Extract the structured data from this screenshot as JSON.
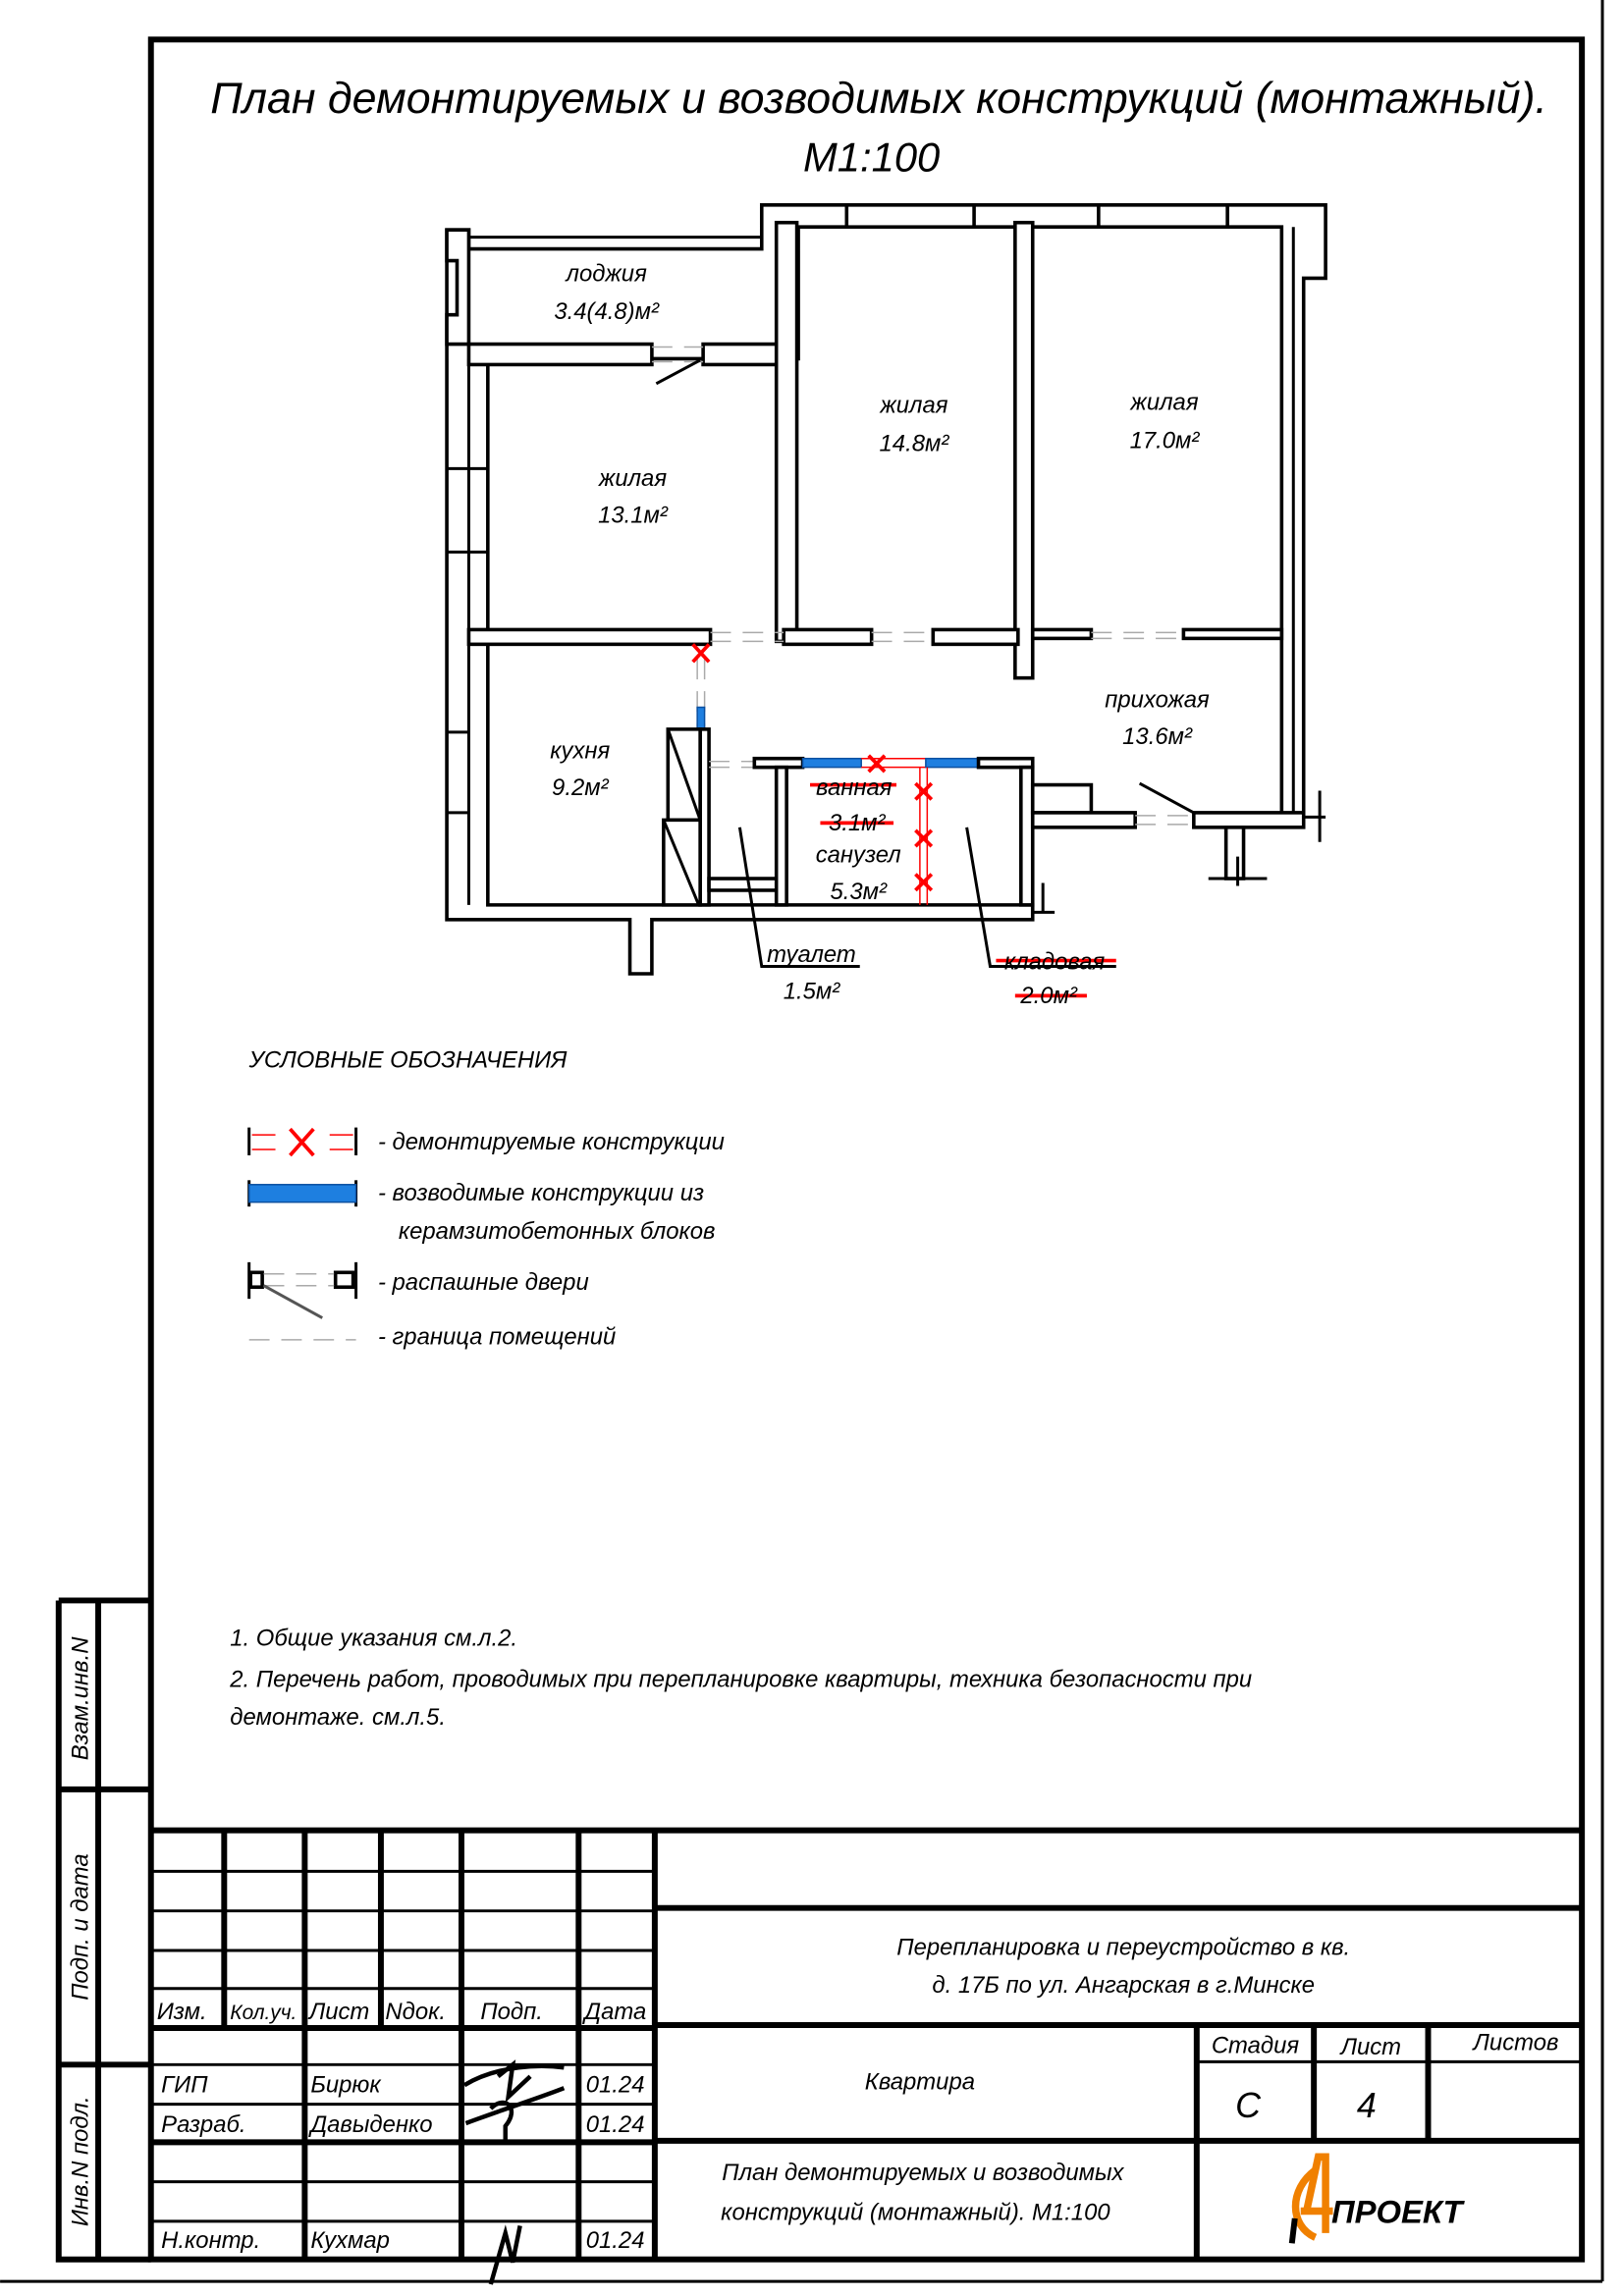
{
  "title": {
    "line1": "План демонтируемых и возводимых конструкций (монтажный).",
    "line2": "М1:100"
  },
  "rooms": {
    "loggia": {
      "name": "лоджия",
      "area": "3.4(4.8)м²"
    },
    "living1": {
      "name": "жилая",
      "area": "13.1м²"
    },
    "living2": {
      "name": "жилая",
      "area": "14.8м²"
    },
    "living3": {
      "name": "жилая",
      "area": "17.0м²"
    },
    "hall": {
      "name": "прихожая",
      "area": "13.6м²"
    },
    "kitchen": {
      "name": "кухня",
      "area": "9.2м²"
    },
    "bathroom_old": {
      "name": "ванная",
      "area": "3.1м²"
    },
    "bathroom_new": {
      "name": "санузел",
      "area": "5.3м²"
    },
    "toilet": {
      "name": "туалет",
      "area": "1.5м²"
    },
    "storage_old": {
      "name": "кладовая",
      "area": "2.0м²"
    }
  },
  "legend": {
    "title": "УСЛОВНЫЕ ОБОЗНАЧЕНИЯ",
    "items": [
      "- демонтируемые конструкции",
      "- возводимые конструкции из",
      "керамзитобетонных блоков",
      "- распашные двери",
      "- граница помещений"
    ]
  },
  "notes": [
    "1. Общие указания см.л.2.",
    "2. Перечень работ, проводимых при перепланировке квартиры, техника безопасности при",
    "демонтаже. см.л.5."
  ],
  "side_stamp": [
    "Взам.инв.N",
    "Подп. и дата",
    "Инв.N подл."
  ],
  "title_block": {
    "headers": [
      "Изм.",
      "Кол.уч.",
      "Лист",
      "Nдок.",
      "Подп.",
      "Дата"
    ],
    "people": [
      {
        "role": "ГИП",
        "name": "Бирюк",
        "date": "01.24"
      },
      {
        "role": "Разраб.",
        "name": "Давыденко",
        "date": "01.24"
      },
      {
        "role": "Н.контр.",
        "name": "Кухмар",
        "date": "01.24"
      }
    ],
    "project_line1": "Перепланировка и переустройство в кв.",
    "project_line2": "д. 17Б по ул. Ангарская в г.Минске",
    "object": "Квартира",
    "stage_label": "Стадия",
    "sheet_label": "Лист",
    "sheets_label": "Листов",
    "stage": "С",
    "sheet": "4",
    "drawing_line1": "План демонтируемых и возводимых",
    "drawing_line2": "конструкций (монтажный). М1:100",
    "logo": "АПРОЕКТ"
  },
  "colors": {
    "demolish": "#ff0000",
    "new_wall": "#1e7fe0",
    "logo": "#f08000"
  }
}
